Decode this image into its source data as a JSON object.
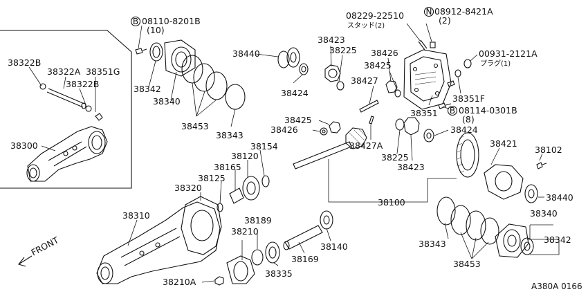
{
  "labels": [
    {
      "id": "l38322b_a",
      "text": "38322B"
    },
    {
      "id": "l38322a",
      "text": "38322A"
    },
    {
      "id": "l38351g",
      "text": "38351G"
    },
    {
      "id": "l38322b_b",
      "text": "38322B"
    },
    {
      "id": "l38300",
      "text": "38300"
    },
    {
      "id": "l08110",
      "text": "08110-8201B"
    },
    {
      "id": "l08110q",
      "text": "(10)"
    },
    {
      "id": "l38342_a",
      "text": "38342"
    },
    {
      "id": "l38340_a",
      "text": "38340"
    },
    {
      "id": "l38453_a",
      "text": "38453"
    },
    {
      "id": "l38343_a",
      "text": "38343"
    },
    {
      "id": "l38440_a",
      "text": "38440"
    },
    {
      "id": "l38424_a",
      "text": "38424"
    },
    {
      "id": "l38423_a",
      "text": "38423"
    },
    {
      "id": "l38225_a",
      "text": "38225"
    },
    {
      "id": "l38426_a",
      "text": "38426"
    },
    {
      "id": "l38425_a",
      "text": "38425"
    },
    {
      "id": "l38427",
      "text": "38427"
    },
    {
      "id": "l08229",
      "text": "08229-22510"
    },
    {
      "id": "l08229j",
      "text": "スタッド(2)"
    },
    {
      "id": "l08912",
      "text": "08912-8421A"
    },
    {
      "id": "l08912q",
      "text": "(2)"
    },
    {
      "id": "l00931",
      "text": "00931-2121A"
    },
    {
      "id": "l00931j",
      "text": "プラグ(1)"
    },
    {
      "id": "l38351f",
      "text": "38351F"
    },
    {
      "id": "l38351",
      "text": "38351"
    },
    {
      "id": "l08114",
      "text": "08114-0301B"
    },
    {
      "id": "l08114q",
      "text": "(8)"
    },
    {
      "id": "l38425_b",
      "text": "38425"
    },
    {
      "id": "l38426_b",
      "text": "38426"
    },
    {
      "id": "l38427a",
      "text": "38427A"
    },
    {
      "id": "l38424_b",
      "text": "38424"
    },
    {
      "id": "l38225_b",
      "text": "38225"
    },
    {
      "id": "l38423_b",
      "text": "38423"
    },
    {
      "id": "l38421",
      "text": "38421"
    },
    {
      "id": "l38102",
      "text": "38102"
    },
    {
      "id": "l38154",
      "text": "38154"
    },
    {
      "id": "l38120",
      "text": "38120"
    },
    {
      "id": "l38165",
      "text": "38165"
    },
    {
      "id": "l38125",
      "text": "38125"
    },
    {
      "id": "l38320",
      "text": "38320"
    },
    {
      "id": "l38310",
      "text": "38310"
    },
    {
      "id": "l38100",
      "text": "38100"
    },
    {
      "id": "l38440_b",
      "text": "38440"
    },
    {
      "id": "l38340_b",
      "text": "38340"
    },
    {
      "id": "l38342_b",
      "text": "38342"
    },
    {
      "id": "l38343_b",
      "text": "38343"
    },
    {
      "id": "l38453_b",
      "text": "38453"
    },
    {
      "id": "l38189",
      "text": "38189"
    },
    {
      "id": "l38210",
      "text": "38210"
    },
    {
      "id": "l38140",
      "text": "38140"
    },
    {
      "id": "l38169",
      "text": "38169"
    },
    {
      "id": "l38335",
      "text": "38335"
    },
    {
      "id": "l38210a",
      "text": "38210A"
    },
    {
      "id": "lfront",
      "text": "FRONT"
    },
    {
      "id": "lcode",
      "text": "A380A 0166"
    }
  ],
  "markers": [
    {
      "id": "mB1",
      "text": "B"
    },
    {
      "id": "mN",
      "text": "N"
    },
    {
      "id": "mB2",
      "text": "B"
    }
  ]
}
